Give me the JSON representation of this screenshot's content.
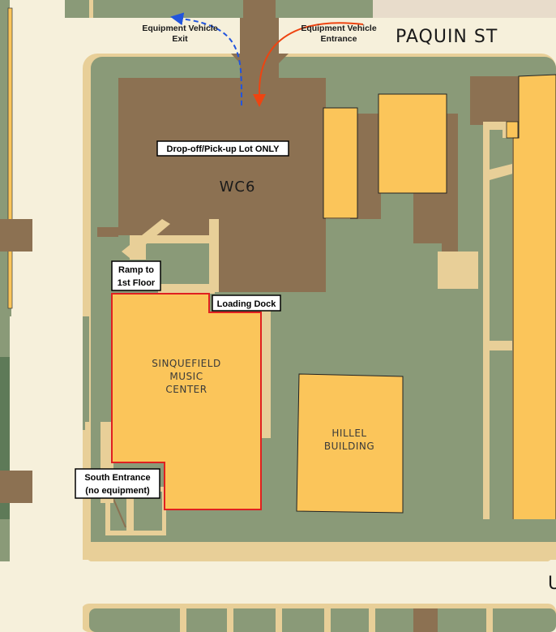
{
  "streets": {
    "north": "PAQUIN ST",
    "east_partial": "U"
  },
  "lot": {
    "name": "WC6",
    "sign": "Drop-off/Pick-up Lot ONLY"
  },
  "buildings": {
    "music_center": [
      "SINQUEFIELD",
      "MUSIC",
      "CENTER"
    ],
    "hillel": [
      "HILLEL",
      "BUILDING"
    ]
  },
  "annotations": {
    "exit": [
      "Equipment Vehicle",
      "Exit"
    ],
    "entrance": [
      "Equipment Vehicle",
      "Entrance"
    ],
    "ramp": [
      "Ramp to",
      "1st Floor"
    ],
    "loading_dock": "Loading Dock",
    "south_entrance": [
      "South Entrance",
      "(no equipment)"
    ]
  },
  "colors": {
    "street": "#f6f0db",
    "green": "#8a9a78",
    "path": "#e8cf98",
    "lot": "#8c7152",
    "building": "#fbc55a",
    "highlight_outline": "#e02020",
    "exit_arrow": "#2255dd",
    "entrance_arrow": "#ee4411",
    "dark_green": "#5e7a58"
  }
}
